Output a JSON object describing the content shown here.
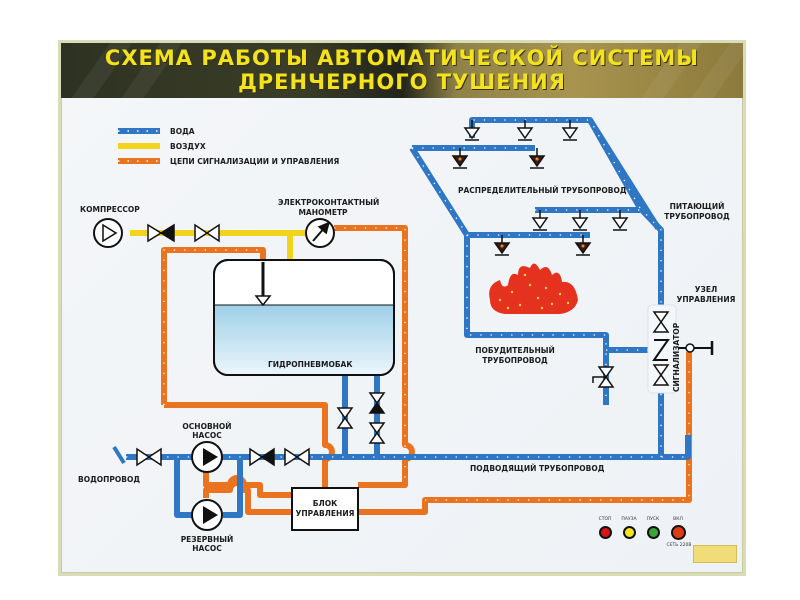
{
  "title": {
    "line1": "СХЕМА РАБОТЫ АВТОМАТИЧЕСКОЙ СИСТЕМЫ",
    "line2": "ДРЕНЧЕРНОГО ТУШЕНИЯ"
  },
  "legend": [
    {
      "label": "ВОДА",
      "color": "#2f77c4"
    },
    {
      "label": "ВОЗДУХ",
      "color": "#f2d41c"
    },
    {
      "label": "ЦЕПИ СИГНАЛИЗАЦИИ И УПРАВЛЕНИЯ",
      "color": "#e9731e"
    }
  ],
  "labels": {
    "compressor": "КОМПРЕССОР",
    "manometer_1": "ЭЛЕКТРОКОНТАКТНЫЙ",
    "manometer_2": "МАНОМЕТР",
    "tank": "ГИДРОПНЕВМОБАК",
    "distribution_pipe": "РАСПРЕДЕЛИТЕЛЬНЫЙ ТРУБОПРОВОД",
    "feed_pipe_1": "ПИТАЮЩИЙ",
    "feed_pipe_2": "ТРУБОПРОВОД",
    "control_unit_1": "УЗЕЛ",
    "control_unit_2": "УПРАВЛЕНИЯ",
    "trigger_pipe_1": "ПОБУДИТЕЛЬНЫЙ",
    "trigger_pipe_2": "ТРУБОПРОВОД",
    "signaller": "СИГНАЛИЗАТОР",
    "main_pump_1": "ОСНОВНОЙ",
    "main_pump_2": "НАСОС",
    "reserve_pump_1": "РЕЗЕРВНЫЙ",
    "reserve_pump_2": "НАСОС",
    "water_supply": "ВОДОПРОВОД",
    "supply_pipe": "ПОДВОДЯЩИЙ ТРУБОПРОВОД",
    "control_block_1": "БЛОК",
    "control_block_2": "УПРАВЛЕНИЯ"
  },
  "panel": {
    "indicators": [
      {
        "label": "СТОП",
        "color": "#d8141a"
      },
      {
        "label": "ПАУЗА",
        "color": "#f2e61c"
      },
      {
        "label": "ПУСК",
        "color": "#3aa63a"
      },
      {
        "label": "ВКЛ",
        "color": "#e03a12"
      }
    ],
    "mains_label": "СЕТЬ 220В"
  },
  "colors": {
    "water": "#2f77c4",
    "air": "#f2d41c",
    "signal": "#e9731e",
    "fire": "#e5321e",
    "title_text": "#f3e31e"
  }
}
